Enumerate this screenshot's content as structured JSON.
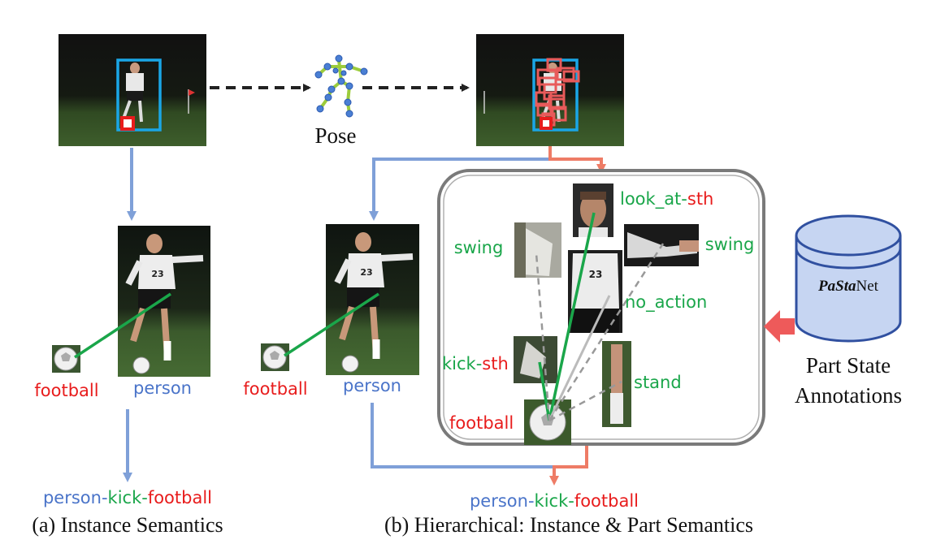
{
  "colors": {
    "green": "#1aa64a",
    "red": "#e81c1c",
    "blue": "#4a74c9",
    "salmon": "#ee7c66",
    "cyan": "#1aa6e6",
    "box_red": "#e85a5a",
    "db_fill": "#c6d5f2",
    "db_stroke": "#3050a0",
    "dark_arrow": "#222222"
  },
  "pose_label": "Pose",
  "panel_a": {
    "object_label": "football",
    "subject_label": "person",
    "triplet": {
      "subject": "person",
      "dash1": "-",
      "verb": "kick",
      "dash2": "-",
      "object": "football"
    },
    "caption": "(a) Instance Semantics"
  },
  "panel_b": {
    "object_label": "football",
    "subject_label": "person",
    "triplet": {
      "subject": "person",
      "dash1": "-",
      "verb": "kick",
      "dash2": "-",
      "object": "football"
    },
    "caption": "(b) Hierarchical: Instance & Part Semantics",
    "part_states": {
      "head": {
        "verb": "look_at",
        "dash": "-",
        "object": "sth"
      },
      "left_arm": "swing",
      "right_arm": "swing",
      "body": "no_action",
      "foot": {
        "verb": "kick",
        "dash": "-",
        "object": "sth"
      },
      "leg": "stand",
      "football": "football"
    }
  },
  "database": {
    "name_italic": "PaSta",
    "name_regular": "Net",
    "annotation_line1": "Part State",
    "annotation_line2": "Annotations"
  }
}
